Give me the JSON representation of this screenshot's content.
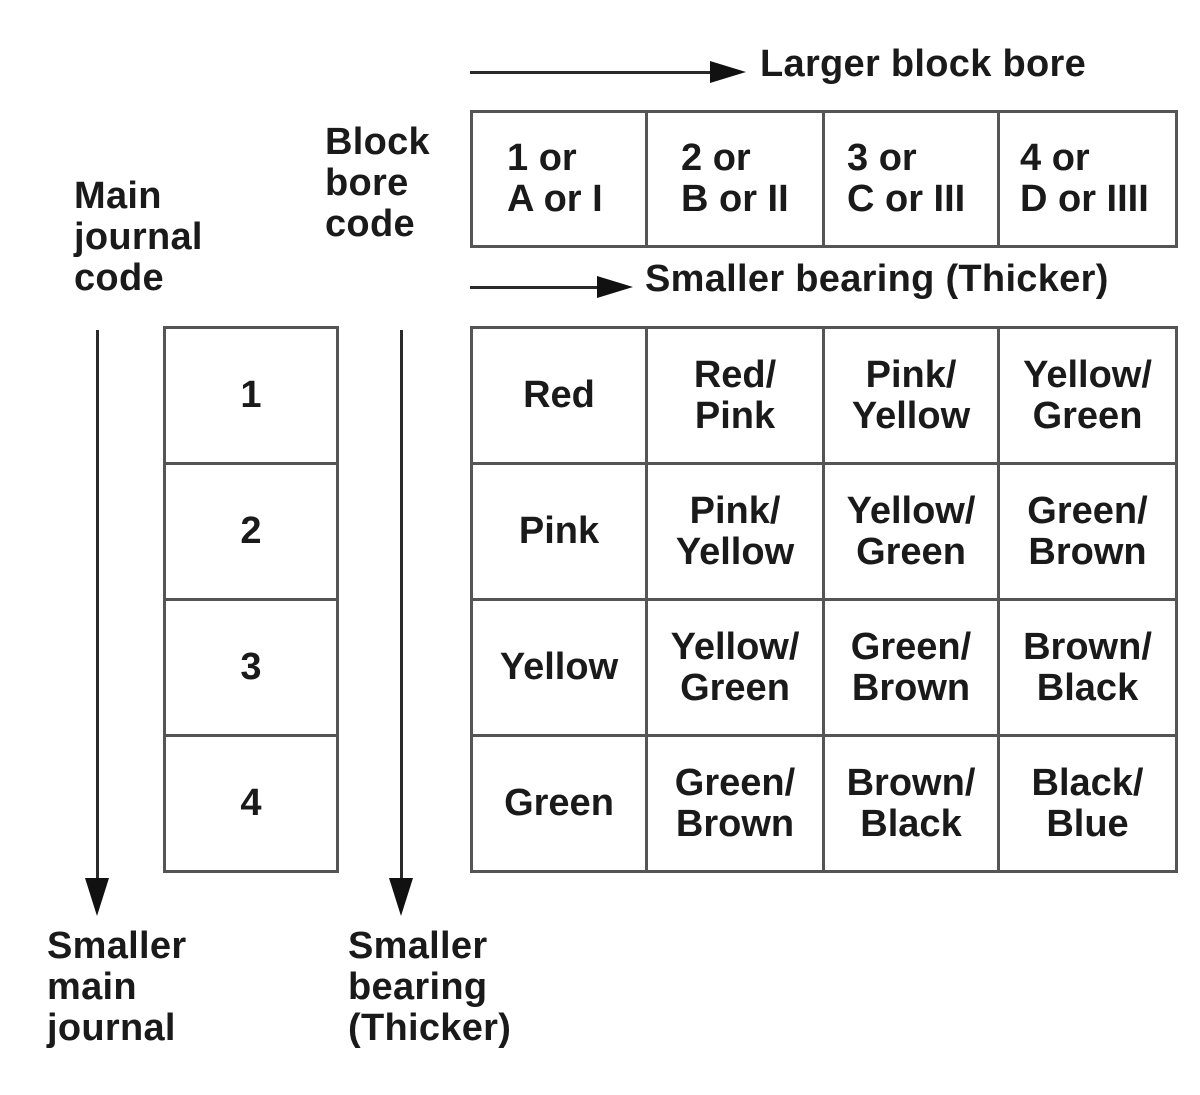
{
  "top_arrow_label": "Larger block bore",
  "mid_arrow_label": "Smaller bearing (Thicker)",
  "block_bore_code_label": "Block\nbore\ncode",
  "main_journal_code_label": "Main\njournal\ncode",
  "bottom_left_label": "Smaller\nmain\njournal",
  "bottom_mid_label": "Smaller\nbearing\n(Thicker)",
  "block_bore_codes": [
    "1 or\nA or I",
    "2 or\nB or II",
    "3 or\nC or III",
    "4 or\nD or IIII"
  ],
  "journal_codes": [
    "1",
    "2",
    "3",
    "4"
  ],
  "bearing_rows": [
    [
      "Red",
      "Red/\nPink",
      "Pink/\nYellow",
      "Yellow/\nGreen"
    ],
    [
      "Pink",
      "Pink/\nYellow",
      "Yellow/\nGreen",
      "Green/\nBrown"
    ],
    [
      "Yellow",
      "Yellow/\nGreen",
      "Green/\nBrown",
      "Brown/\nBlack"
    ],
    [
      "Green",
      "Green/\nBrown",
      "Brown/\nBlack",
      "Black/\nBlue"
    ]
  ]
}
